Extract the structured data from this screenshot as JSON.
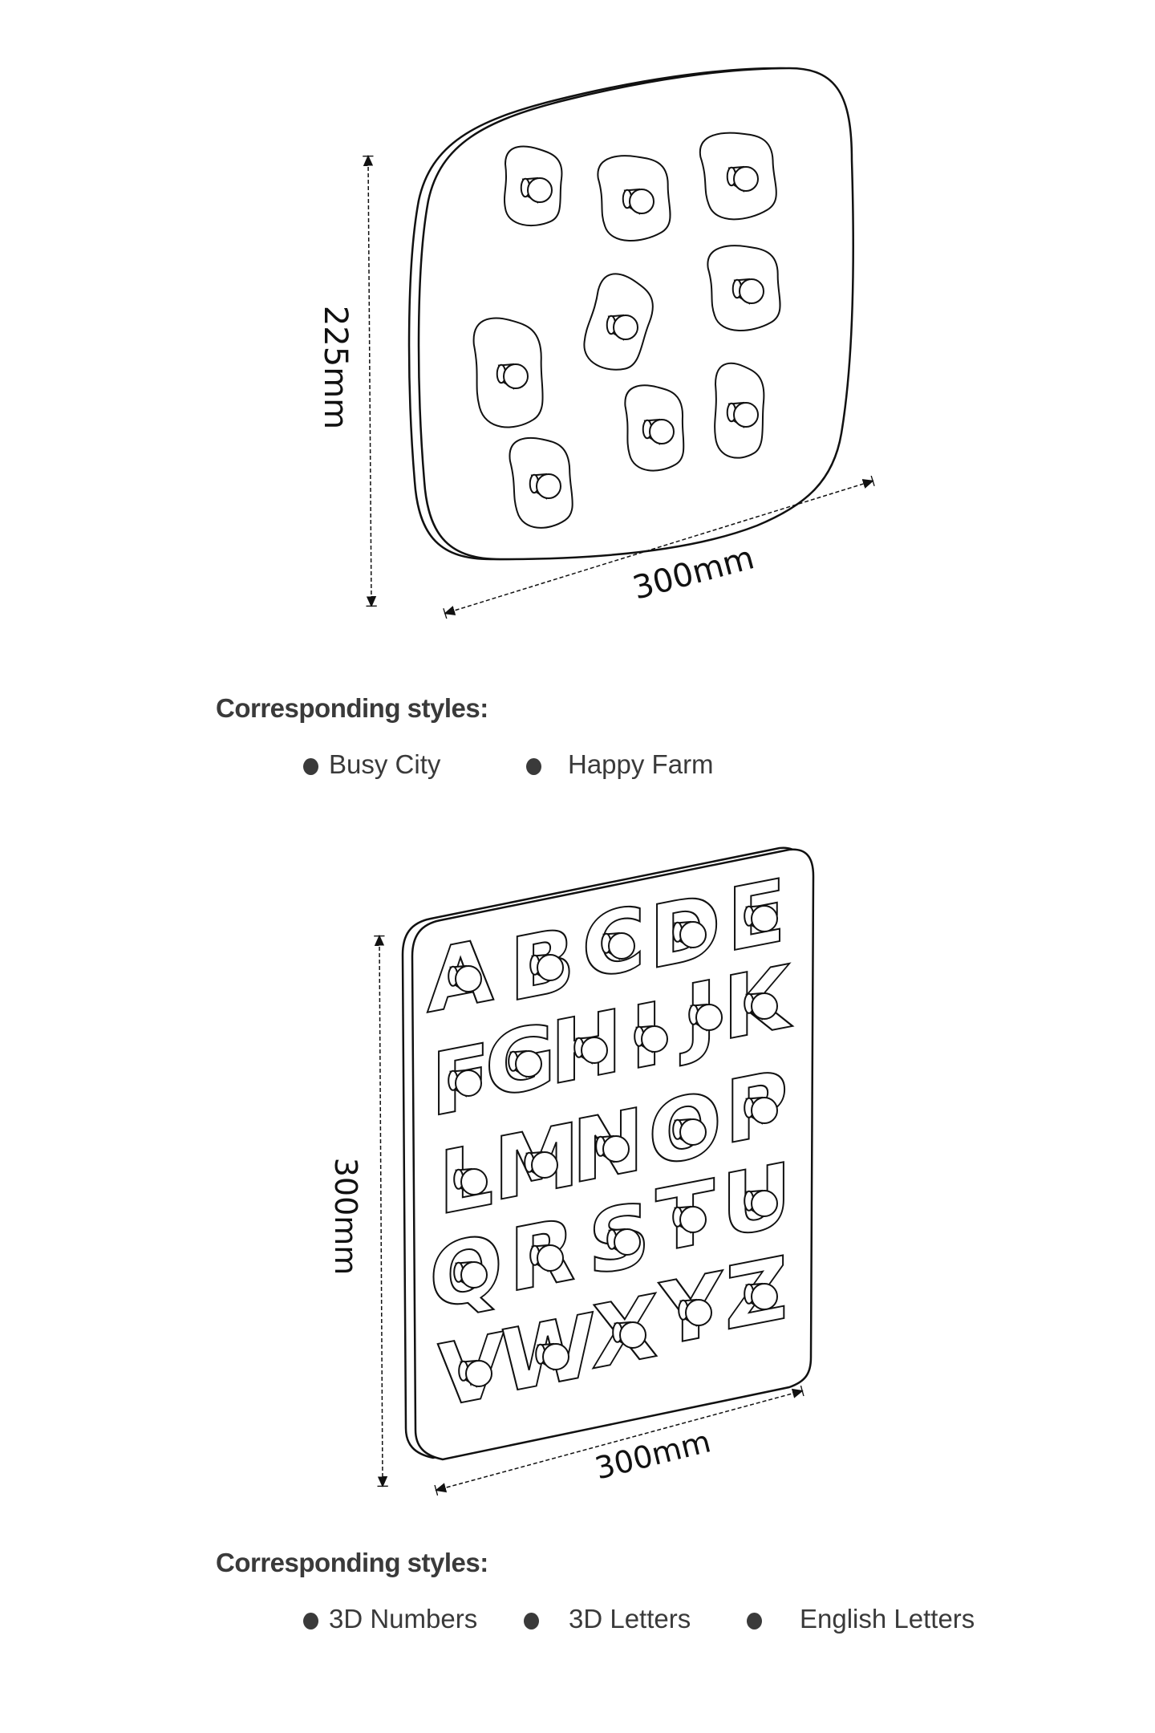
{
  "section1": {
    "height_label": "225mm",
    "width_label": "300mm",
    "styles_heading": "Corresponding styles:",
    "styles": [
      "Busy City",
      "Happy Farm"
    ]
  },
  "section2": {
    "height_label": "300mm",
    "width_label": "300mm",
    "styles_heading": "Corresponding styles:",
    "styles": [
      "3D Numbers",
      "3D Letters",
      "English Letters"
    ],
    "letters": [
      "A",
      "B",
      "C",
      "D",
      "E",
      "F",
      "G",
      "H",
      "I",
      "J",
      "K",
      "L",
      "M",
      "N",
      "O",
      "P",
      "Q",
      "R",
      "S",
      "T",
      "U",
      "V",
      "W",
      "X",
      "Y",
      "Z"
    ]
  },
  "colors": {
    "line": "#111111",
    "text": "#3a3a3a"
  }
}
